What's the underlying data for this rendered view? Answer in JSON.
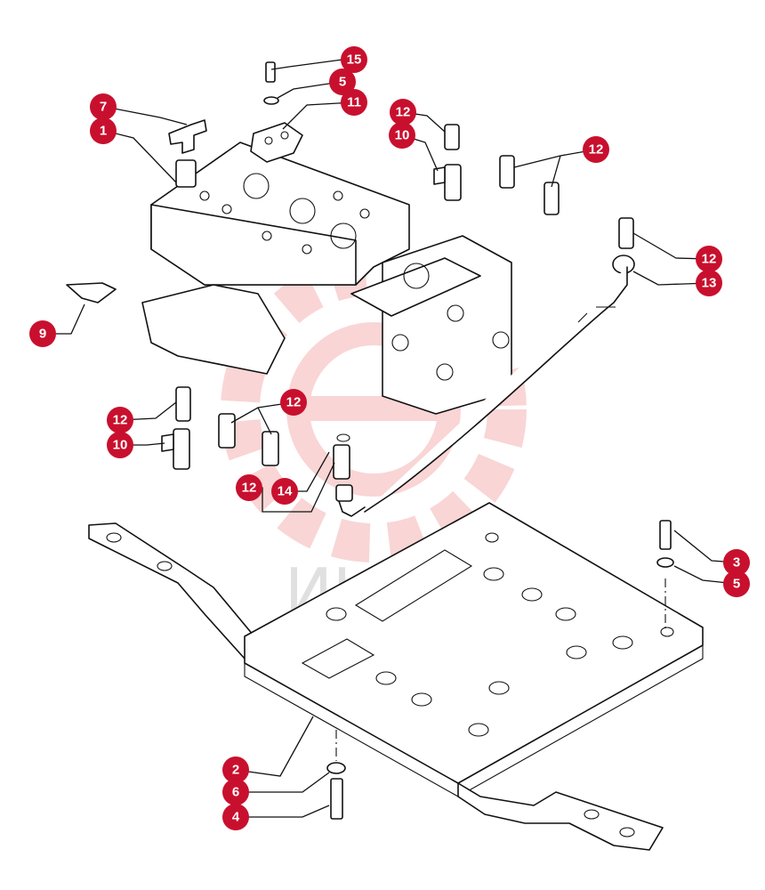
{
  "watermark": {
    "text": "ИНТЕХ",
    "color": "#f5b5b5"
  },
  "callout_color": "#c8102e",
  "callouts": [
    "15",
    "5",
    "11",
    "7",
    "1",
    "12",
    "10",
    "12",
    "12",
    "13",
    "9",
    "12",
    "12",
    "10",
    "12",
    "14",
    "3",
    "5",
    "2",
    "6",
    "4"
  ]
}
